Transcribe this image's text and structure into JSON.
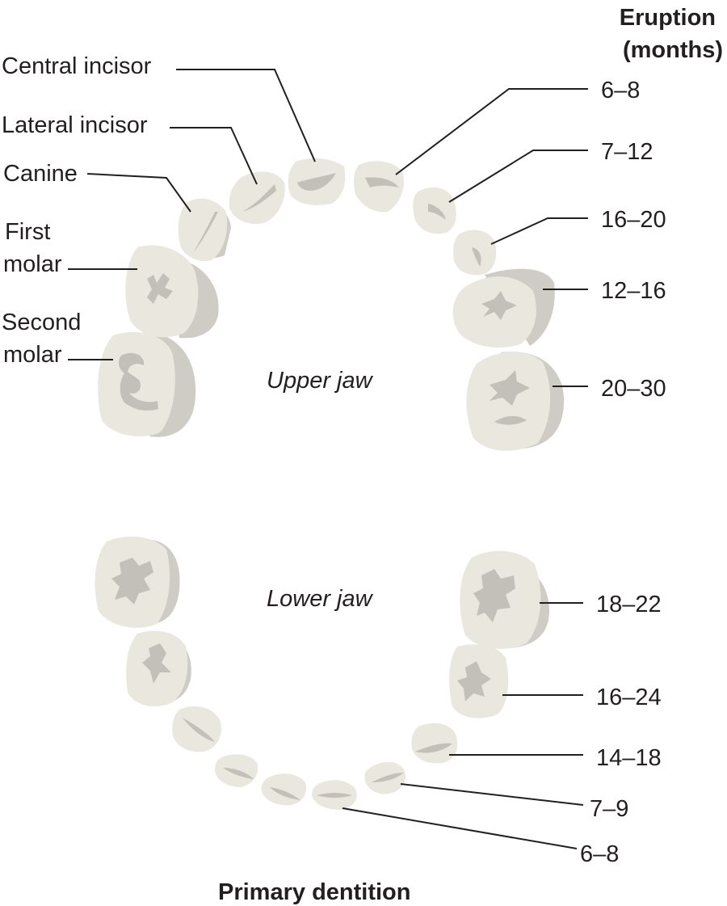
{
  "header": {
    "line1": "Eruption",
    "line2": "(months)"
  },
  "upper_jaw": {
    "title": "Upper jaw",
    "tooth_names": {
      "central_incisor": "Central incisor",
      "lateral_incisor": "Lateral incisor",
      "canine": "Canine",
      "first_molar_line1": "First",
      "first_molar_line2": "molar",
      "second_molar_line1": "Second",
      "second_molar_line2": "molar"
    },
    "eruption": {
      "central_incisor": "6–8",
      "lateral_incisor": "7–12",
      "canine": "16–20",
      "first_molar": "12–16",
      "second_molar": "20–30"
    }
  },
  "lower_jaw": {
    "title": "Lower jaw",
    "eruption": {
      "second_molar": "18–22",
      "first_molar": "16–24",
      "canine": "14–18",
      "lateral_incisor": "7–9",
      "central_incisor": "6–8"
    }
  },
  "footer": {
    "title": "Primary dentition"
  },
  "colors": {
    "tooth_fill": "#eae7df",
    "tooth_shadow": "#cfccc6",
    "line": "#231f20"
  }
}
